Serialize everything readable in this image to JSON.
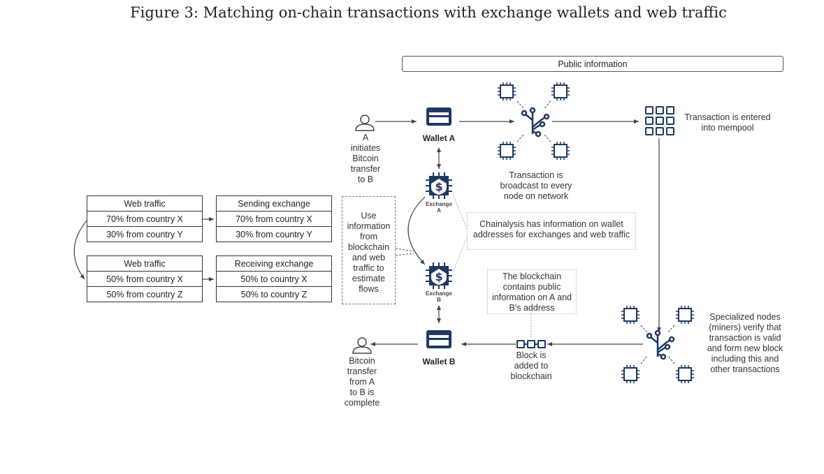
{
  "title": "Figure 3: Matching on-chain transactions with exchange wallets and web traffic",
  "public_info": "Public information",
  "person_a_label": [
    "A",
    "initiates",
    "Bitcoin",
    "transfer",
    "to B"
  ],
  "wallet_a": "Wallet A",
  "wallet_b": "Wallet B",
  "broadcast": [
    "Transaction is",
    "broadcast to every",
    "node on network"
  ],
  "mempool": [
    "Transaction is entered",
    "into mempool"
  ],
  "exchange_a": [
    "Exchange",
    "A"
  ],
  "exchange_b": [
    "Exchange",
    "B"
  ],
  "chainalysis": [
    "Chainalysis has information on wallet",
    "addresses for exchanges and web traffic"
  ],
  "use_info": [
    "Use",
    "information",
    "from",
    "blockchain",
    "and web",
    "traffic to",
    "estimate",
    "flows"
  ],
  "blockchain_info": [
    "The blockchain",
    "contains public",
    "information on A and",
    "B's address"
  ],
  "block_added": [
    "Block is",
    "added to",
    "blockchain"
  ],
  "specialized": [
    "Specialized nodes",
    "(miners) verify that",
    "transaction is valid",
    "and form new block",
    "including this and",
    "other transactions"
  ],
  "person_b_label": [
    "Bitcoin",
    "transfer",
    "from A",
    "to B is",
    "complete"
  ],
  "web_traffic_1": {
    "header": "Web traffic",
    "rows": [
      "70% from country X",
      "30% from country Y"
    ]
  },
  "sending_exchange": {
    "header": "Sending exchange",
    "rows": [
      "70% from country X",
      "30% from country Y"
    ]
  },
  "web_traffic_2": {
    "header": "Web traffic",
    "rows": [
      "50% from country X",
      "50% from country Z"
    ]
  },
  "receiving_exchange": {
    "header": "Receiving exchange",
    "rows": [
      "50% to country X",
      "50% to country Z"
    ]
  },
  "colors": {
    "navy": "#1f3864",
    "line": "#444444"
  }
}
